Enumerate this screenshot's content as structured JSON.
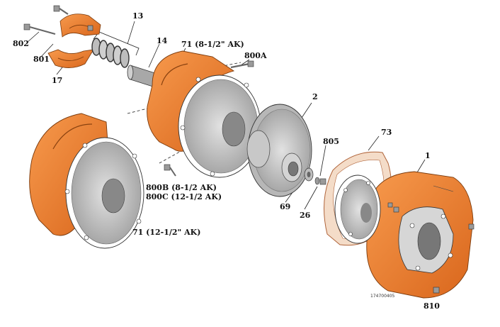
{
  "labels": {
    "l13": "13",
    "l14": "14",
    "l802": "802",
    "l801": "801",
    "l17": "17",
    "l71a": "71 (8-1/2\" AK)",
    "l800a": "800A",
    "l2": "2",
    "l805": "805",
    "l73": "73",
    "l1": "1",
    "l800b": "800B (8-1/2 AK)",
    "l800c": "800C (12-1/2 AK)",
    "l69": "69",
    "l26": "26",
    "l71b": "71 (12-1/2\" AK)",
    "l810": "810",
    "drawing_no": "174700405"
  },
  "colors": {
    "orange": "#f07f2c",
    "orange_dark": "#c8601a",
    "gray_face": "#c9c9c9",
    "gray_dark": "#8c8c8c",
    "gasket": "#e9b494"
  }
}
